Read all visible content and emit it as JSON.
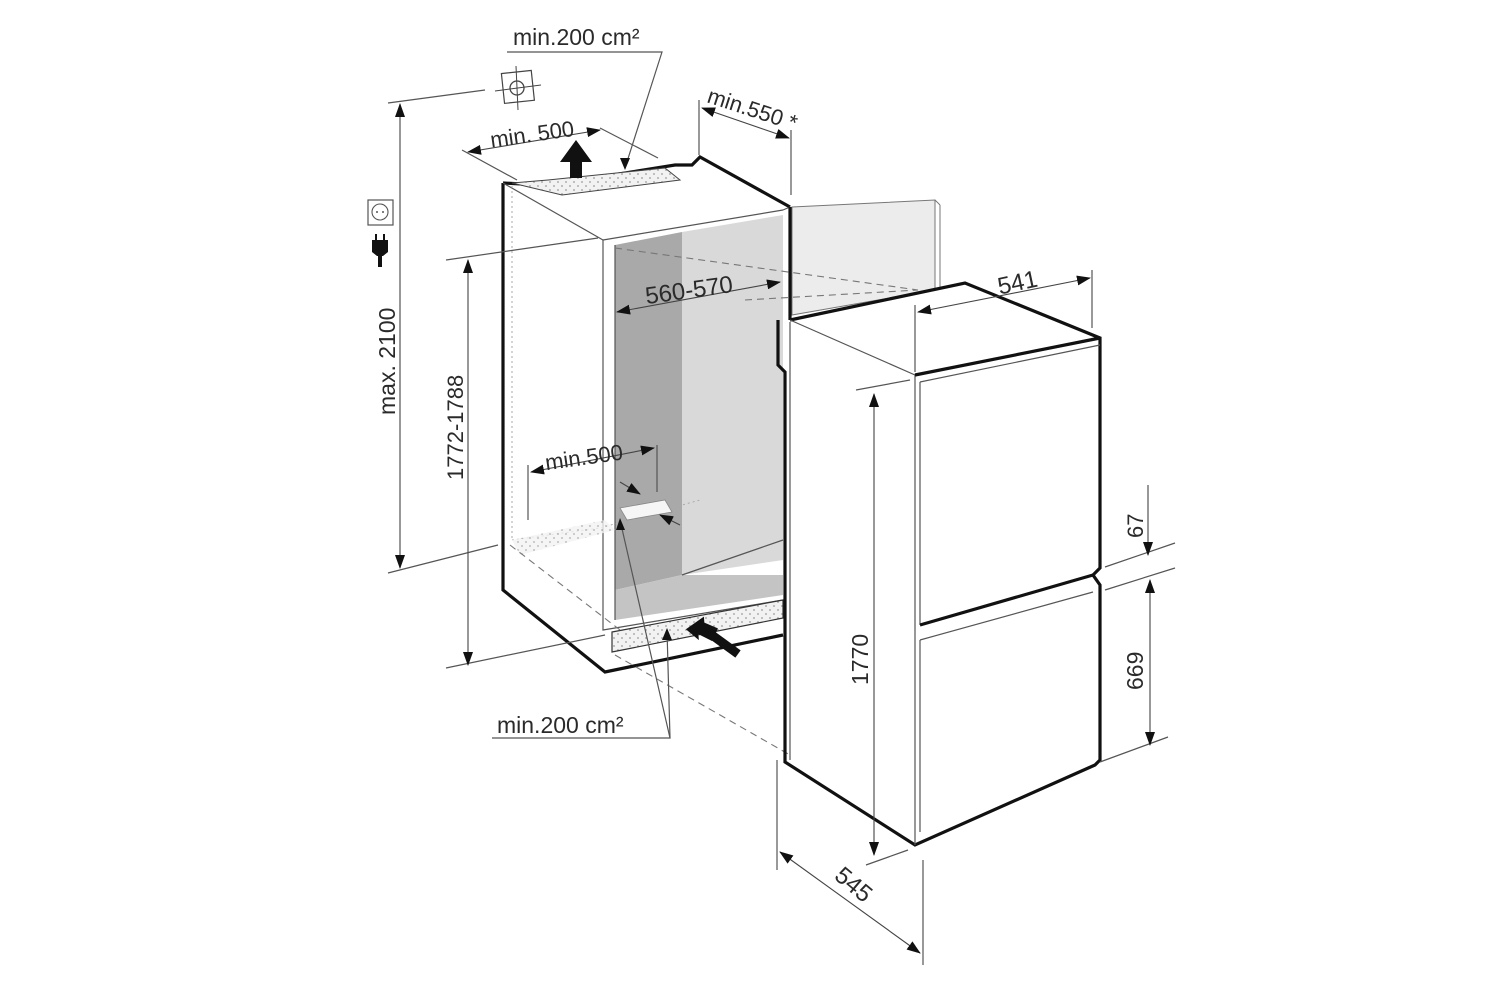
{
  "diagram": {
    "type": "built-in refrigerator installation dimensions",
    "units": "mm",
    "colors": {
      "background": "#ffffff",
      "outline": "#111111",
      "niche_back_dark": "#a9a9a9",
      "niche_back_light": "#d9d9d9",
      "niche_floor": "#c4c4c4",
      "door_panel": "#ececec"
    },
    "labels": {
      "top_vent_area": "min.200 cm²",
      "top_vent_width": "min. 500",
      "door_clearance": "min.550 *",
      "max_height": "max. 2100",
      "niche_height": "1772-1788",
      "niche_width": "560-570",
      "bottom_vent_width": "min.500",
      "bottom_vent_area": "min.200 cm²",
      "appliance_width": "541",
      "appliance_height": "1770",
      "appliance_depth": "545",
      "door_gap": "67",
      "lower_door_height": "669"
    },
    "icons": {
      "ceiling_outlet": "ventilation-target-icon",
      "socket": "power-socket-icon",
      "plug": "power-plug-icon",
      "airflow_out": "airflow-up-arrow-icon",
      "airflow_in": "airflow-in-arrow-icon"
    }
  }
}
